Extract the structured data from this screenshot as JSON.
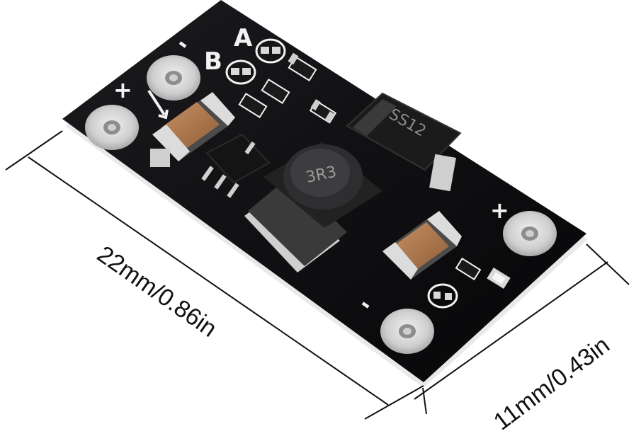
{
  "dimensions": {
    "length": "22mm/0.86in",
    "width": "11mm/0.43in"
  },
  "board": {
    "inductor_marking": "3R3",
    "diode_marking": "SS12",
    "input_pos": "+",
    "input_neg": "-",
    "output_pos": "+",
    "output_neg": "-",
    "jumper_a": "A",
    "jumper_b": "B"
  },
  "colors": {
    "pcb": "#0d0d0f",
    "pad": "#d9d9d9",
    "capacitor": "#b07a4f",
    "background": "#ffffff"
  }
}
